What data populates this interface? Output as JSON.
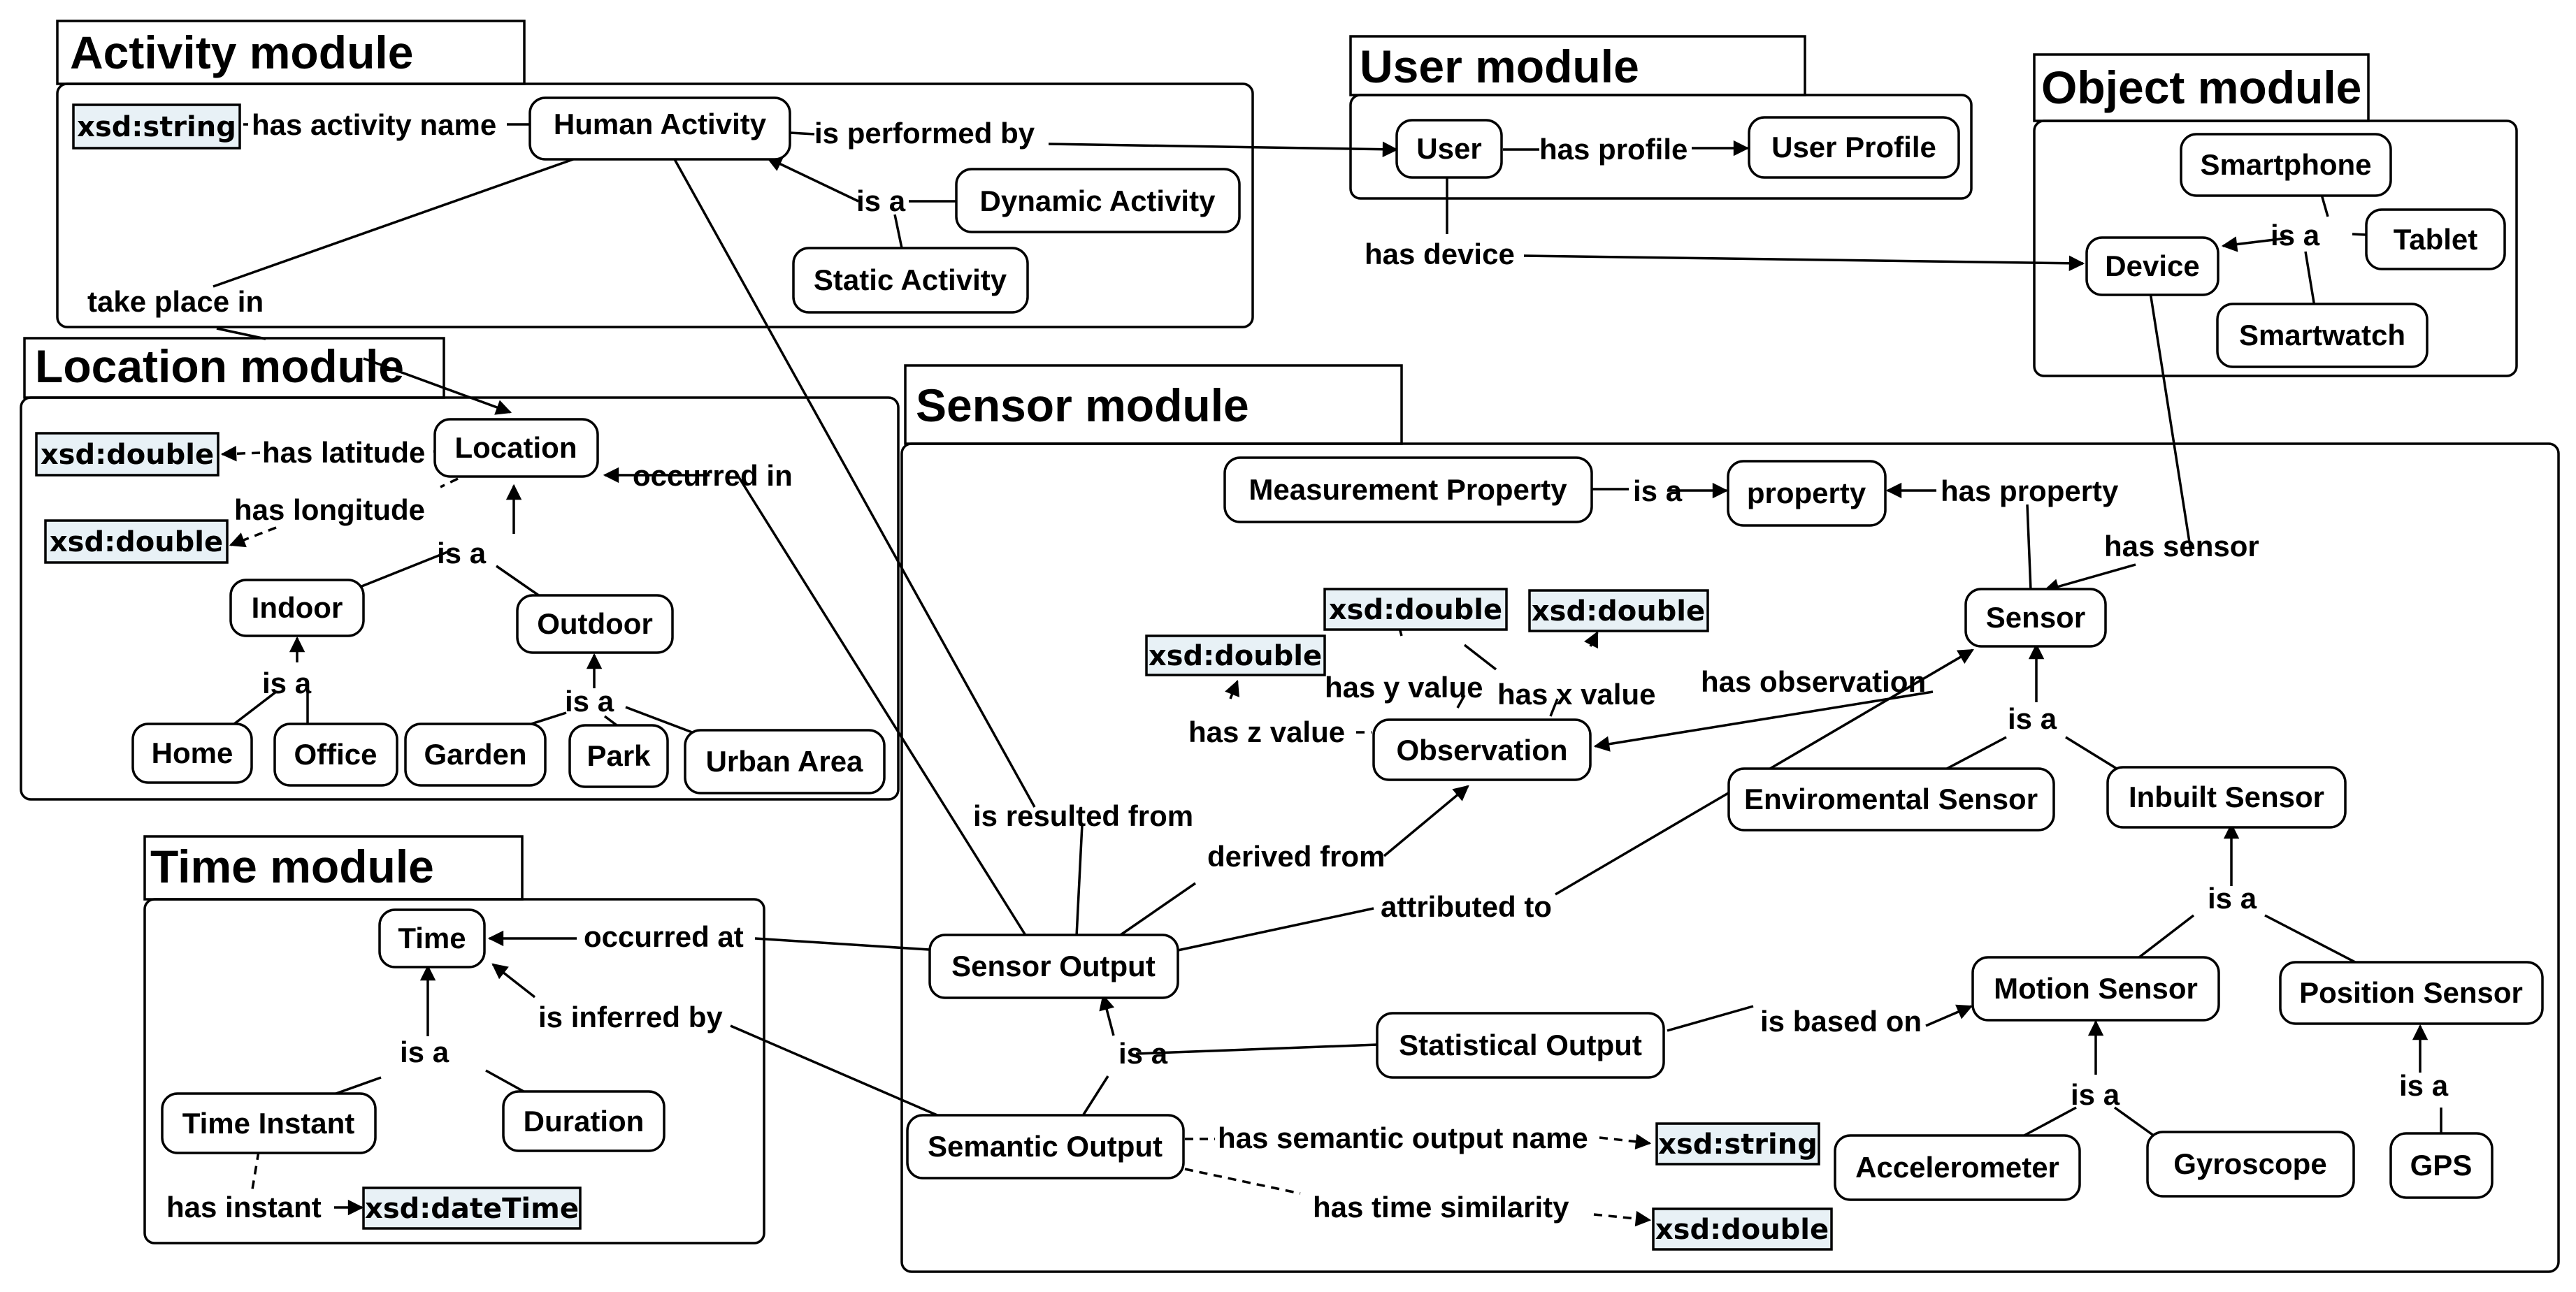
{
  "modules": {
    "activity": "Activity module",
    "location": "Location module",
    "time": "Time module",
    "user": "User module",
    "object": "Object module",
    "sensor": "Sensor module"
  },
  "nodes": {
    "human_activity": "Human Activity",
    "dynamic_activity": "Dynamic Activity",
    "static_activity": "Static Activity",
    "location": "Location",
    "indoor": "Indoor",
    "outdoor": "Outdoor",
    "home": "Home",
    "office": "Office",
    "garden": "Garden",
    "park": "Park",
    "urban_area": "Urban Area",
    "time": "Time",
    "time_instant": "Time Instant",
    "duration": "Duration",
    "user": "User",
    "user_profile": "User Profile",
    "smartphone": "Smartphone",
    "tablet": "Tablet",
    "device": "Device",
    "smartwatch": "Smartwatch",
    "measurement_property": "Measurement Property",
    "property": "property",
    "sensor": "Sensor",
    "observation": "Observation",
    "enviromental_sensor": "Enviromental Sensor",
    "inbuilt_sensor": "Inbuilt Sensor",
    "sensor_output": "Sensor Output",
    "statistical_output": "Statistical Output",
    "semantic_output": "Semantic Output",
    "motion_sensor": "Motion Sensor",
    "position_sensor": "Position Sensor",
    "accelerometer": "Accelerometer",
    "gyroscope": "Gyroscope",
    "gps": "GPS"
  },
  "datatypes": {
    "string": "xsd:string",
    "double": "xsd:double",
    "datetime": "xsd:dateTime"
  },
  "labels": {
    "has_activity_name": "has activity name",
    "is_performed_by": "is performed by",
    "is_a": "is a",
    "take_place_in": "take place in",
    "has_latitude": "has latitude",
    "has_longitude": "has longitude",
    "occurred_in": "occurred in",
    "occurred_at": "occurred at",
    "is_inferred_by": "is inferred by",
    "has_instant": "has instant",
    "has_profile": "has profile",
    "has_device": "has device",
    "has_property": "has property",
    "has_sensor": "has sensor",
    "has_observation": "has observation",
    "has_y_value": "has y value",
    "has_x_value": "has x value",
    "has_z_value": "has z value",
    "is_resulted_from": "is resulted from",
    "derived_from": "derived from",
    "attributed_to": "attributed to",
    "is_based_on": "is based on",
    "has_semantic_output_name": "has semantic output name",
    "has_time_similarity": "has time  similarity"
  },
  "colors": {
    "datatype_fill": "#e8f1f6",
    "line": "#000000",
    "background": "#ffffff"
  }
}
